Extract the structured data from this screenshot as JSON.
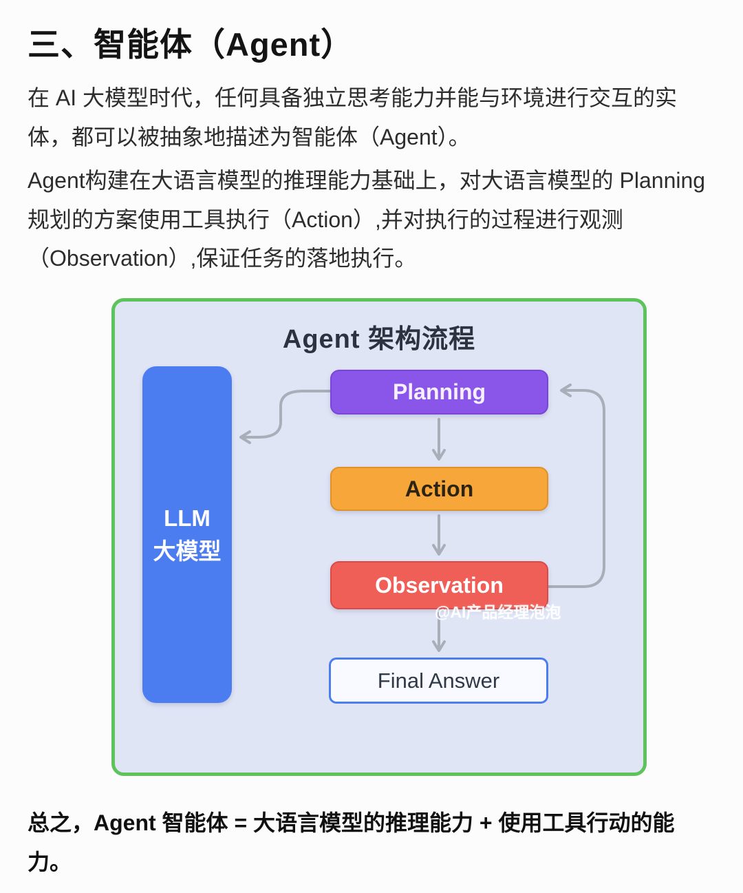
{
  "article": {
    "heading": "三、智能体（Agent）",
    "paragraph1": {
      "line1": "在 AI 大模型时代，任何具备独立思考能力并能与环境进行交互的实",
      "line2": "体，都可以被抽象地描述为智能体（Agent）。"
    },
    "paragraph2": {
      "line1": "Agent构建在大语言模型的推理能力基础上，对大语言模型的 Planning",
      "line2": "规划的方案使用工具执行（Action）,并对执行的过程进行观测",
      "line3": "（Observation）,保证任务的落地执行。"
    },
    "conclusion": {
      "line1": "总之，Agent 智能体 = 大语言模型的推理能力 + 使用工具行动的能",
      "line2": "力。"
    }
  },
  "diagram": {
    "title": "Agent 架构流程",
    "nodes": {
      "llm": {
        "label_line1": "LLM",
        "label_line2": "大模型",
        "fill": "#4b7df0",
        "text_color": "#ffffff"
      },
      "planning": {
        "label": "Planning",
        "fill": "#8a56e9",
        "border": "#7a45d8",
        "text_color": "#ffffff"
      },
      "action": {
        "label": "Action",
        "fill": "#f7a73a",
        "border": "#e09127",
        "text_color": "#2e2414"
      },
      "observation": {
        "label": "Observation",
        "fill": "#ef5f58",
        "border": "#d94b44",
        "text_color": "#ffffff"
      },
      "final_answer": {
        "label": "Final Answer",
        "fill": "#f8faff",
        "border": "#4a7df0",
        "text_color": "#303a47"
      }
    },
    "edges": [
      "Planning → Action",
      "Action → Observation",
      "Observation → Final Answer",
      "Observation → Planning",
      "Planning → LLM"
    ],
    "watermark": "@AI产品经理泡泡",
    "colors": {
      "container_border": "#5ec35b",
      "container_background": "#e0e5f6",
      "arrow": "#a9aeb9",
      "title_color": "#2b3340"
    }
  }
}
